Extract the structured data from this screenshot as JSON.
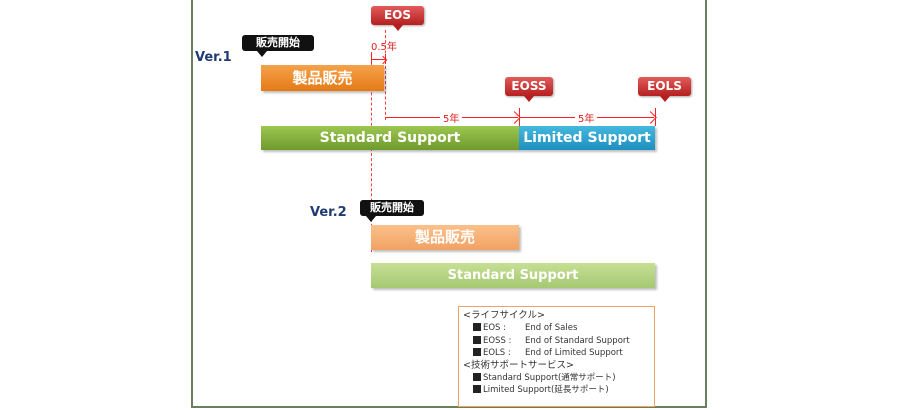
{
  "milestones": {
    "eos": "EOS",
    "eoss": "EOSS",
    "eols": "EOLS"
  },
  "durations": {
    "eos_offset": "0.5年",
    "standard": "5年",
    "limited": "5年"
  },
  "versions": [
    {
      "label": "Ver.1",
      "sales_start": "販売開始",
      "sales_bar": "製品販売",
      "standard_bar": "Standard Support",
      "limited_bar": "Limited Support"
    },
    {
      "label": "Ver.2",
      "sales_start": "販売開始",
      "sales_bar": "製品販売",
      "standard_bar": "Standard Support"
    }
  ],
  "legend": {
    "lifecycle_header": "<ライフサイクル>",
    "lifecycle_items": [
      {
        "term": "EOS  :",
        "desc": "End of Sales"
      },
      {
        "term": "EOSS :",
        "desc": "End of Standard Support"
      },
      {
        "term": "EOLS :",
        "desc": "End of Limited Support"
      }
    ],
    "support_header": "<技術サポートサービス>",
    "support_items": [
      "Standard Support(通常サポート)",
      "Limited Support(延長サポート)"
    ]
  },
  "colors": {
    "sales": "#e57a17",
    "standard": "#6f9a2e",
    "limited": "#1e8fbf",
    "milestone": "#b51f1f",
    "arrow": "#ff2020",
    "version_label": "#1f3b73"
  }
}
